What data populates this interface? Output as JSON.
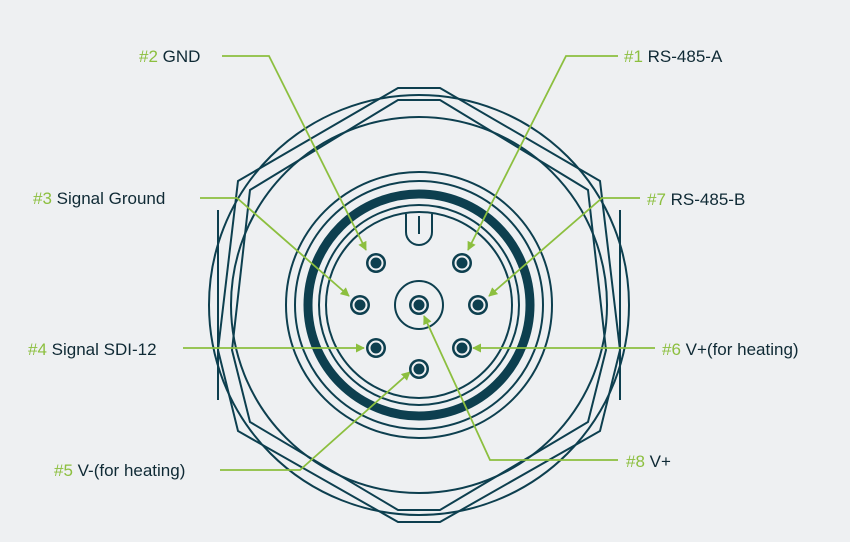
{
  "colors": {
    "background": "#eef0f2",
    "outline": "#0d3f4f",
    "accent": "#8cbf3f",
    "text": "#0f2a35"
  },
  "pins": [
    {
      "id": "pin-1",
      "number": "#1",
      "name": "RS-485-A"
    },
    {
      "id": "pin-2",
      "number": "#2",
      "name": "GND"
    },
    {
      "id": "pin-3",
      "number": "#3",
      "name": "Signal Ground"
    },
    {
      "id": "pin-4",
      "number": "#4",
      "name": "Signal SDI-12"
    },
    {
      "id": "pin-5",
      "number": "#5",
      "name": "V-(for heating)"
    },
    {
      "id": "pin-6",
      "number": "#6",
      "name": "V+(for heating)"
    },
    {
      "id": "pin-7",
      "number": "#7",
      "name": "RS-485-B"
    },
    {
      "id": "pin-8",
      "number": "#8",
      "name": "V+"
    }
  ]
}
